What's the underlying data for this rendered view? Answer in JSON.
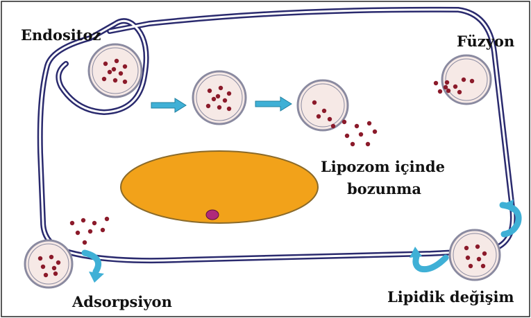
{
  "labels": {
    "endocytosis": "Endositoz",
    "fusion": "Füzyon",
    "degradation_line1": "Lipozom içinde",
    "degradation_line2": "bozunma",
    "adsorption": "Adsorpsiyon",
    "lipid_exchange": "Lipidik değişim"
  },
  "colors": {
    "membrane": "#2a2a6e",
    "membrane_inner": "#ffffff",
    "liposome_fill": "#f6e9e6",
    "liposome_ring": "#8a8aa0",
    "drug_dot": "#8b1a2a",
    "arrow": "#3fb0d6",
    "nucleus": "#f2a21a",
    "nucleus_edge": "#8a6a2a",
    "nucleolus": "#b0297a"
  },
  "icons": [
    "arrow-right-icon",
    "curved-arrow-icon"
  ]
}
